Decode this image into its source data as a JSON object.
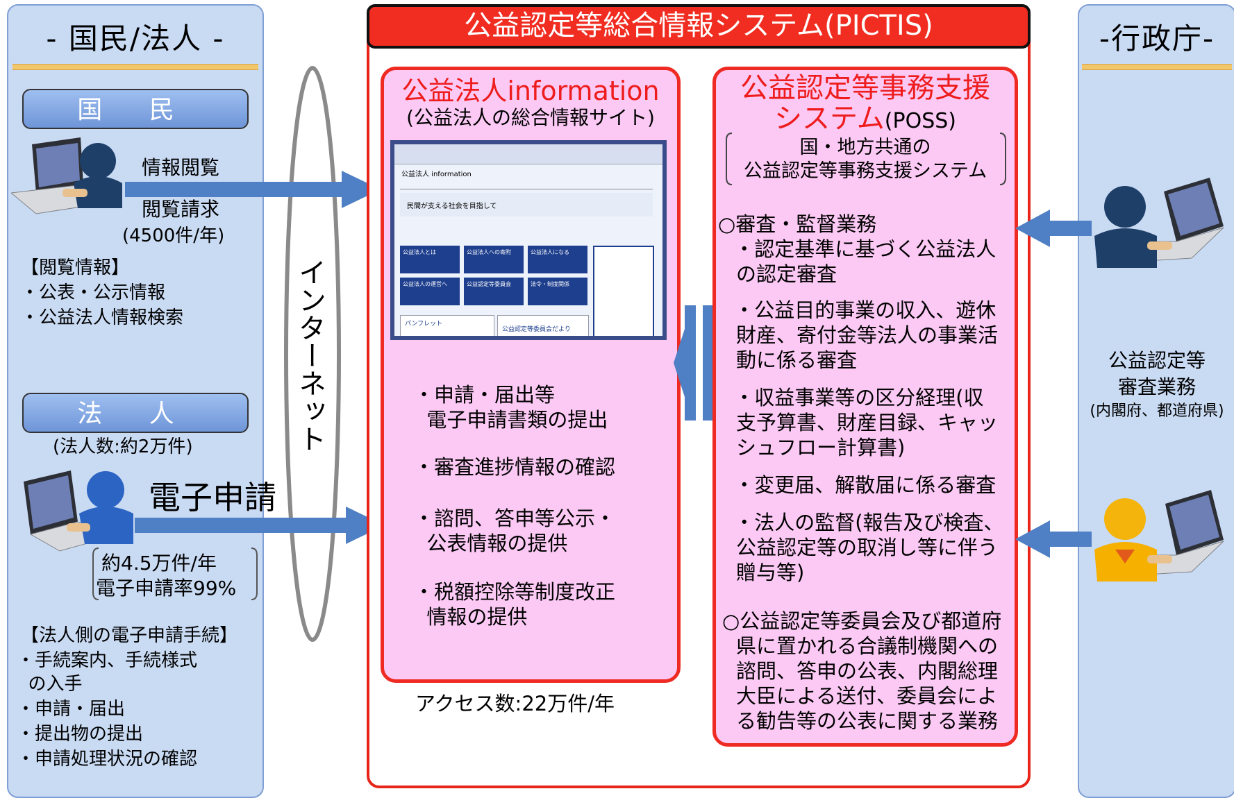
{
  "left": {
    "title": "- 国民/法人 -",
    "citizen_label": "国 民",
    "citizen_actions": [
      "情報閲覧",
      "閲覧請求",
      "(4500件/年)"
    ],
    "browse_header": "【閲覧情報】",
    "browse_items": [
      "・公表・公示情報",
      "・公益法人情報検索"
    ],
    "corp_label": "法 人",
    "corp_count": "(法人数:約2万件)",
    "e_apply": "電子申請",
    "e_stats": [
      "約4.5万件/年",
      "電子申請率99%"
    ],
    "corp_header": "【法人側の電子申請手続】",
    "corp_items": [
      "・手続案内、手続様式",
      "  の入手",
      "・申請・届出",
      "・提出物の提出",
      "・申請処理状況の確認"
    ]
  },
  "internet": {
    "label": "インターネット"
  },
  "system": {
    "title": "公益認定等総合情報システム(PICTIS)",
    "info": {
      "title": "公益法人information",
      "subtitle": "(公益法人の総合情報サイト)",
      "screenshot": {
        "site_name": "公益法人 information",
        "banner": "民間が支える社会を目指して",
        "tiles": [
          "公益法人とは",
          "公益法人への寄附",
          "公益法人になる",
          "公益法人の運営へ",
          "公益認定等委員会",
          "法令・制度関係"
        ],
        "lower_left": "パンフレット",
        "lower_right": "公益認定等委員会だより"
      },
      "items": [
        [
          "・申請・届出等",
          "  電子申請書類の提出"
        ],
        [
          "・審査進捗情報の確認"
        ],
        [
          "・諮問、答申等公示・",
          "  公表情報の提供"
        ],
        [
          "・税額控除等制度改正",
          "  情報の提供"
        ]
      ],
      "access": "アクセス数:22万件/年"
    },
    "poss": {
      "title_line1": "公益認定等事務支援",
      "title_line2": "システム",
      "title_suffix": "(POSS)",
      "subtitle": [
        "国・地方共通の",
        "公益認定等事務支援システム"
      ],
      "section1": "○審査・監督業務",
      "items": [
        [
          " ・認定基準に基づく公益法人",
          "の認定審査"
        ],
        [
          " ・公益目的事業の収入、遊休",
          "財産、寄付金等法人の事業活",
          "動に係る審査"
        ],
        [
          " ・収益事業等の区分経理(収",
          "支予算書、財産目録、キャッ",
          "シュフロー計算書)"
        ],
        [
          " ・変更届、解散届に係る審査"
        ],
        [
          " ・法人の監督(報告及び検査、",
          "公益認定等の取消し等に伴う",
          "贈与等)"
        ]
      ],
      "section2": [
        "○公益認定等委員会及び都道府",
        "県に置かれる合議制機関への",
        "諮問、答申の公表、内閣総理",
        "大臣による送付、委員会によ",
        "る勧告等の公表に関する業務"
      ]
    }
  },
  "right": {
    "title": "-行政庁-",
    "duty": [
      "公益認定等",
      "審査業務"
    ],
    "duty_note": "(内閣府、都道府県)"
  },
  "colors": {
    "column_bg": "#c9daf3",
    "red": "#ee2a22",
    "pink": "#fbc9f4",
    "arrow": "#4f7fc4"
  }
}
